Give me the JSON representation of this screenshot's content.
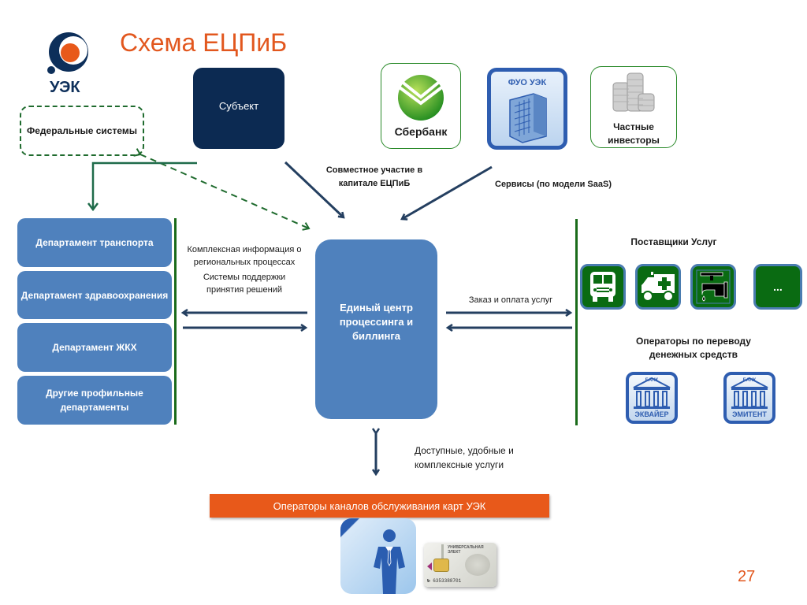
{
  "title": "Схема ЕЦПиБ",
  "logo": {
    "text": "УЭК"
  },
  "federal_systems": "Федеральные системы",
  "subject": "Субъект",
  "investors": [
    {
      "name": "Сбербанк",
      "icon": "sberbank-logo-icon"
    },
    {
      "name": "ФУО УЭК",
      "icon": "office-building-icon"
    },
    {
      "name": "Частные инвесторы",
      "icon": "coin-stacks-icon"
    }
  ],
  "arrow_labels": {
    "capital": "Совместное участие в капитале ЕЦПиБ",
    "saas": "Сервисы (по модели SaaS)",
    "regional_info": "Комплексная информация о региональных процессах",
    "decision_support": "Системы поддержки принятия решений",
    "order_payment": "Заказ и оплата услуг",
    "services": "Доступные, удобные и комплексные услуги"
  },
  "departments": [
    "Департамент транспорта",
    "Департамент здравоохранения",
    "Департамент ЖКХ",
    "Другие профильные департаменты"
  ],
  "center": "Единый центр процессинга и биллинга",
  "providers": {
    "heading": "Поставщики Услуг",
    "items": [
      {
        "icon": "bus-icon"
      },
      {
        "icon": "ambulance-icon"
      },
      {
        "icon": "water-tap-icon"
      },
      {
        "icon": "more-icon",
        "text": "..."
      }
    ]
  },
  "money_operators": {
    "heading": "Операторы по переводу денежных средств",
    "banks": [
      {
        "top": "БАНК",
        "bottom": "ЭКВАЙЕР"
      },
      {
        "top": "БАНК",
        "bottom": "ЭМИТЕНТ"
      }
    ]
  },
  "card_operators": "Операторы каналов обслуживания карт УЭК",
  "card": {
    "header": "УНИВЕРСАЛЬНАЯ ЭЛЕКТ",
    "number": "№ 6353388701"
  },
  "page_number": "27",
  "colors": {
    "title": "#e2571e",
    "dept_blue": "#4f81bd",
    "subject_navy": "#0c2a52",
    "provider_green": "#0a6b12",
    "arrow_navy": "#243f60",
    "line_green": "#1a6b1a",
    "orange_bar": "#e8591a"
  }
}
